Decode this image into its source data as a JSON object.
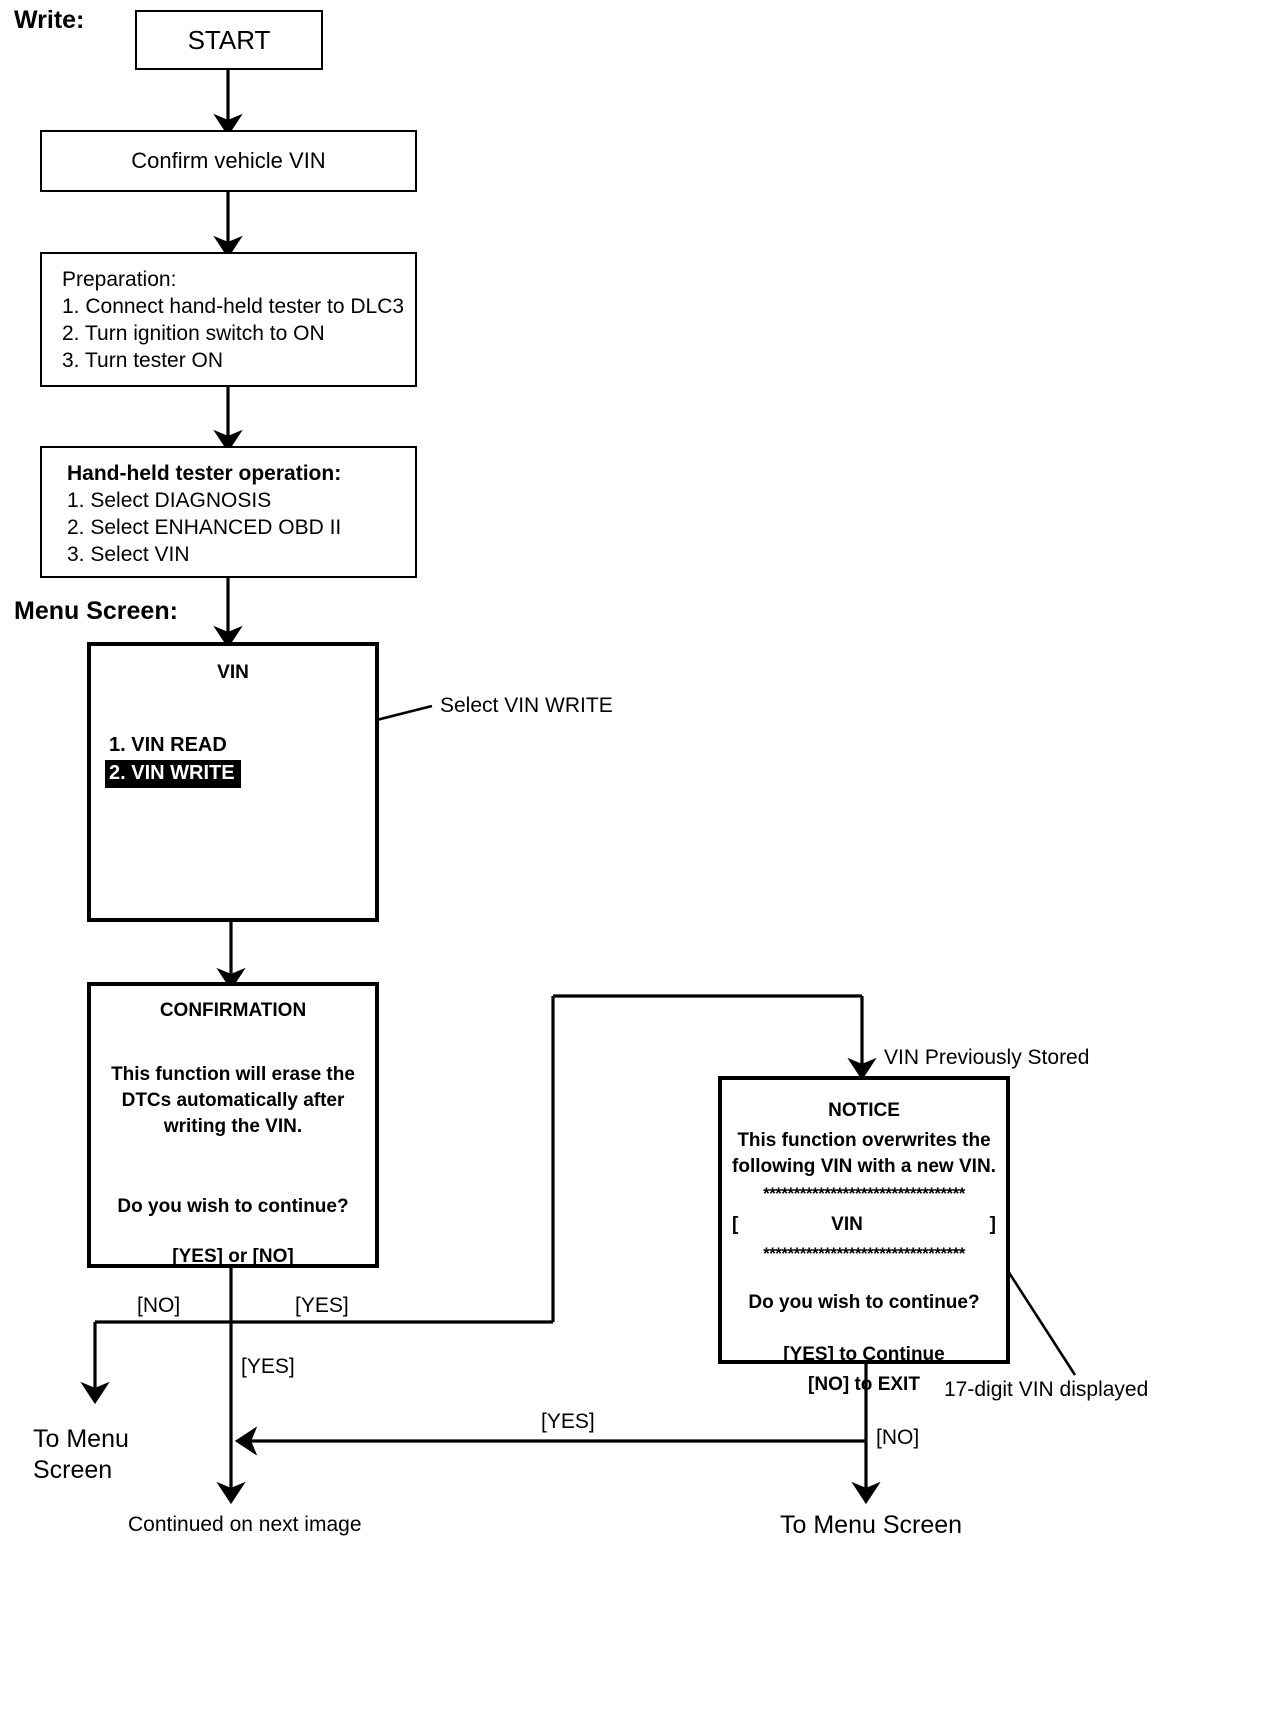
{
  "diagram": {
    "section_label": "Write:",
    "menu_screen_label": "Menu Screen:",
    "nodes": {
      "start": {
        "text": "START"
      },
      "confirm_vin": {
        "text": "Confirm vehicle VIN"
      },
      "preparation": {
        "title": "Preparation:",
        "steps": [
          "1. Connect hand-held tester to DLC3",
          "2. Turn ignition switch to ON",
          "3. Turn tester ON"
        ]
      },
      "tester_operation": {
        "title": "Hand-held tester operation:",
        "steps": [
          "1. Select DIAGNOSIS",
          "2. Select ENHANCED OBD II",
          "3. Select VIN"
        ]
      },
      "vin_menu": {
        "title": "VIN",
        "items": [
          {
            "label": "1. VIN READ",
            "selected": false
          },
          {
            "label": "2. VIN WRITE",
            "selected": true
          }
        ]
      },
      "confirmation": {
        "title": "CONFIRMATION",
        "body": [
          "This function will erase the",
          "DTCs automatically after",
          "writing the VIN."
        ],
        "question": "Do you wish to continue?",
        "answer": "[YES] or [NO]"
      },
      "notice": {
        "title": "NOTICE",
        "body": [
          "This function overwrites the",
          "following VIN with a new VIN."
        ],
        "stars_top": "*********************************",
        "vin_left_bracket": "[",
        "vin_value": "VIN",
        "vin_right_bracket": "]",
        "stars_bottom": "*********************************",
        "question": "Do you wish to continue?",
        "answer_yes": "[YES] to Continue",
        "answer_no": "[NO] to EXIT"
      }
    },
    "annotations": {
      "select_vin_write": "Select VIN WRITE",
      "vin_previously_stored": "VIN Previously Stored",
      "seventeen_digit_vin": "17-digit VIN displayed"
    },
    "edge_labels": {
      "no_left": "[NO]",
      "yes_right": "[YES]",
      "yes_down": "[YES]",
      "yes_to_menu": "[YES]",
      "no_to_menu": "[NO]"
    },
    "terminals": {
      "to_menu_screen_left_line1": "To Menu",
      "to_menu_screen_left_line2": "Screen",
      "continued": "Continued on next image",
      "to_menu_screen_right": "To Menu Screen"
    },
    "colors": {
      "stroke": "#000000",
      "background": "#ffffff",
      "highlight_bg": "#000000",
      "highlight_fg": "#ffffff"
    }
  }
}
